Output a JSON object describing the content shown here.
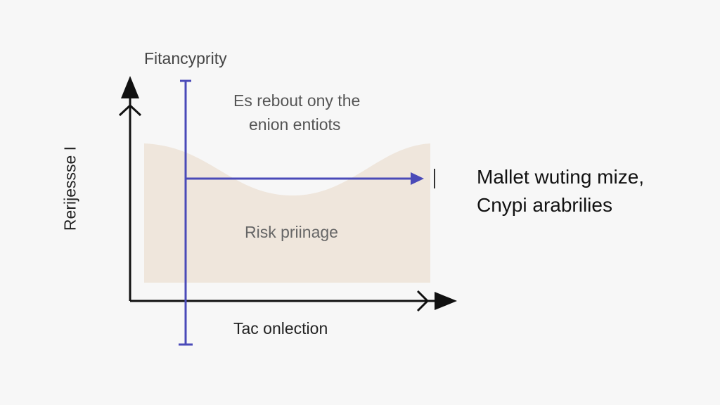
{
  "diagram": {
    "top_label": "Fitancyprity",
    "note_line_1": "Es rebout ony the",
    "note_line_2": "enion entiots",
    "y_axis_label": "Rerijessse I",
    "x_axis_label": "Tac onlection",
    "region_label": "Risk priinage",
    "side_text_line_1": "Mallet wuting mize,",
    "side_text_line_2": "Cnypi arabrilies",
    "colors": {
      "region_fill": "#efe6dc",
      "blue_line": "#4a4ab8",
      "axis": "#111111",
      "background": "#f7f7f7"
    }
  }
}
